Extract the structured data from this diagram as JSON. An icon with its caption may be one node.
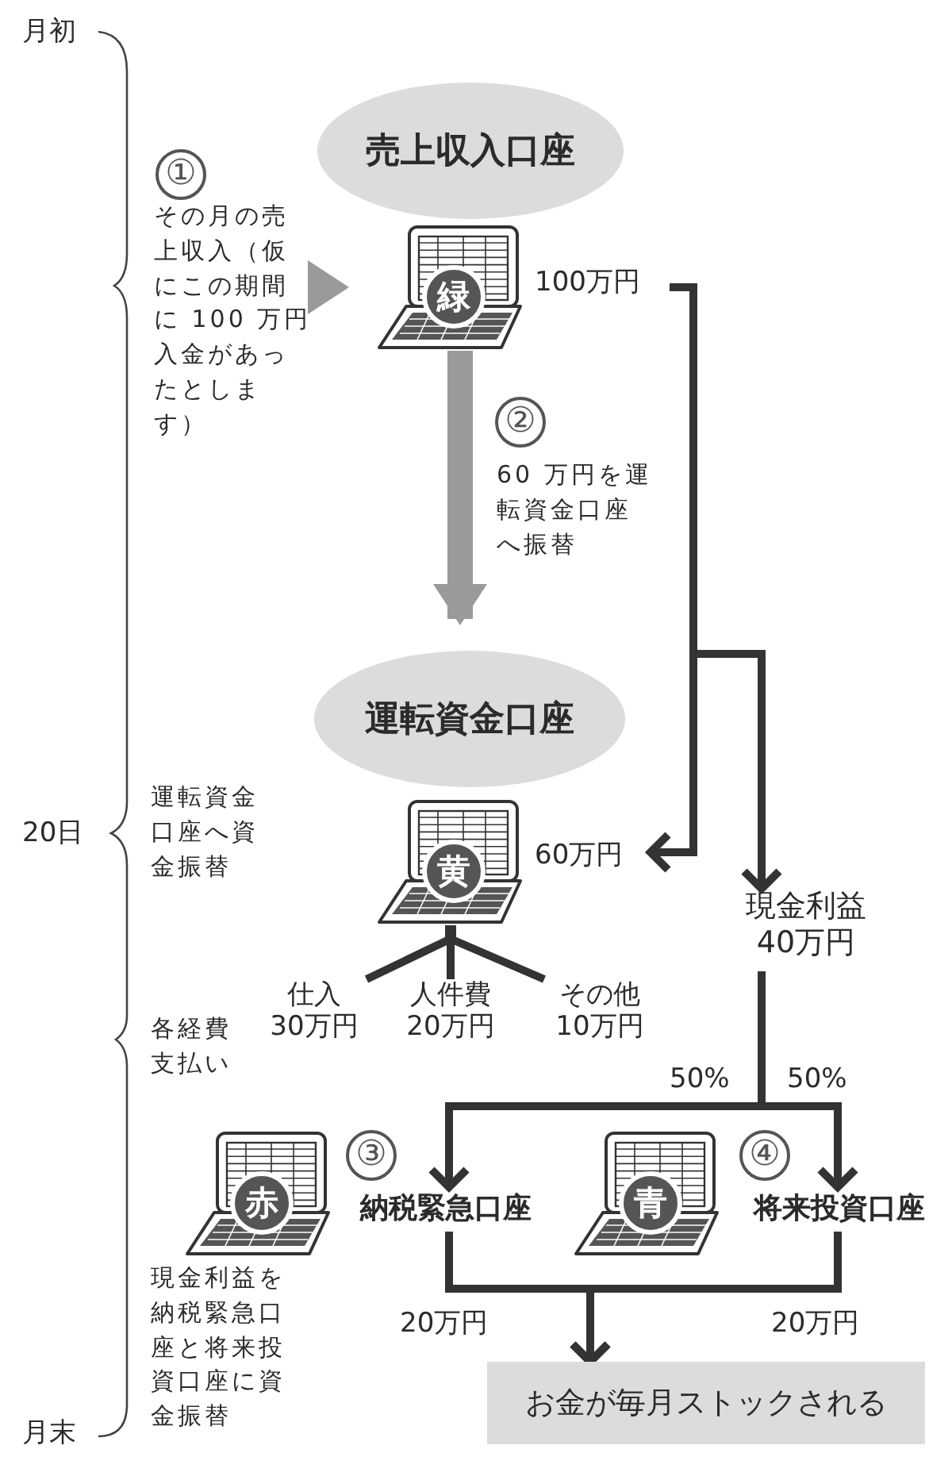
{
  "diagram": {
    "nodes": [
      {
        "text": [
          "売上収入口座"
        ]
      },
      {
        "text": [
          "緑"
        ],
        "beside": [
          "100万円"
        ]
      },
      {
        "text": [
          "運転資金口座"
        ]
      },
      {
        "text": [
          "黄"
        ],
        "beside": [
          "60万円"
        ]
      },
      {
        "text": [
          "現金利益",
          "40万円"
        ]
      },
      {
        "text": [
          "仕入",
          "30万円"
        ]
      },
      {
        "text": [
          "人件費",
          "20万円"
        ]
      },
      {
        "text": [
          "その他",
          "10万円"
        ]
      },
      {
        "text": [
          "赤"
        ]
      },
      {
        "text": [
          "納税緊急口座"
        ]
      },
      {
        "text": [
          "青"
        ]
      },
      {
        "text": [
          "将来投資口座"
        ]
      },
      {
        "text": [
          "お金が毎月ストックされる"
        ]
      }
    ],
    "edges": [
      {
        "from": null,
        "to": 1,
        "arrow": "to",
        "style": "thick",
        "color": "#9a9a9a"
      },
      {
        "from": 1,
        "to": 2,
        "arrow": "to",
        "style": "thick",
        "color": "#9a9a9a"
      },
      {
        "from": 1,
        "to": 3,
        "arrow": "to"
      },
      {
        "from": 1,
        "to": 4,
        "arrow": "to"
      },
      {
        "from": 3,
        "to": 5,
        "arrow": "none"
      },
      {
        "from": 3,
        "to": 6,
        "arrow": "none"
      },
      {
        "from": 3,
        "to": 7,
        "arrow": "none"
      },
      {
        "from": 4,
        "to": 9,
        "arrow": "to",
        "label": "50%"
      },
      {
        "from": 4,
        "to": 11,
        "arrow": "to",
        "label": "50%"
      },
      {
        "from": 9,
        "to": 12,
        "arrow": "to",
        "label": "20万円"
      },
      {
        "from": 11,
        "to": 12,
        "arrow": "to",
        "label": "20万円"
      }
    ],
    "labels": [
      "月初",
      "①",
      "その月の売上収入（仮にこの期間に 100 万円入金があったとします）",
      "②",
      "60 万円を運転資金口座へ振替",
      "運転資金口座へ資金振替",
      "20日",
      "各経費支払い",
      "③",
      "④",
      "現金利益を納税緊急口座と将来投資口座に資金振替",
      "月末"
    ]
  }
}
